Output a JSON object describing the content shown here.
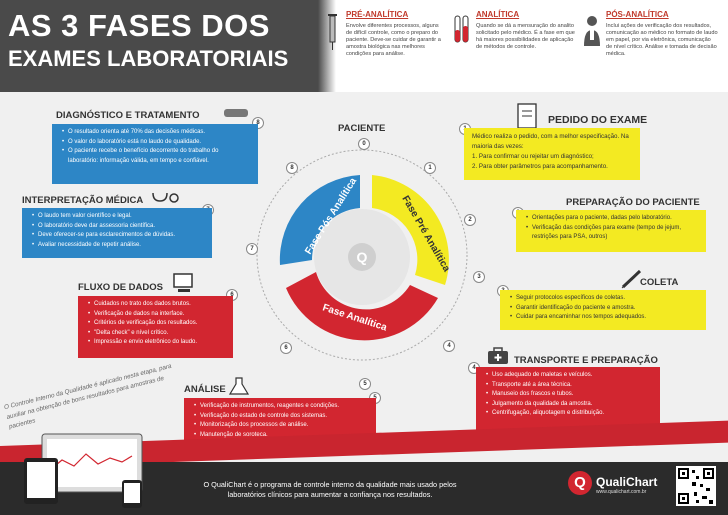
{
  "header": {
    "title_line1": "AS 3 FASES DOS",
    "title_line2": "EXAMES LABORATORIAIS",
    "phases": [
      {
        "title": "PRÉ-ANALÍTICA",
        "text": "Envolve diferentes processos, alguns de difícil controle, como o preparo do paciente. Deve-se cuidar de garantir a amostra biológica nas melhores condições para análise."
      },
      {
        "title": "ANALÍTICA",
        "text": "Quando se dá a mensuração do analito solicitado pelo médico. É a fase em que há maiores possibilidades de aplicação de métodos de controle."
      },
      {
        "title": "PÓS-ANALÍTICA",
        "text": "Inclui ações de verificação dos resultados, comunicação ao médico no formato de laudo em papel, por via eletrônica, comunicação de nível crítico. Análise e tomada de decisão médica."
      }
    ]
  },
  "cycle": {
    "patient_label": "PACIENTE",
    "center_numbers": [
      "0",
      "1",
      "2",
      "3",
      "4",
      "5",
      "6",
      "7",
      "8"
    ],
    "segments": {
      "pos": "Fase Pós Analítica",
      "pre": "Fase Pré Analítica",
      "analitica": "Fase Analítica"
    },
    "colors": {
      "pos": "#2d86c6",
      "pre": "#f3ea22",
      "analitica": "#d22630"
    }
  },
  "sections": {
    "diagnostico": {
      "num": "8",
      "title": "DIAGNÓSTICO E TRATAMENTO",
      "items": [
        "O resultado orienta até 70% das decisões médicas.",
        "O valor do laboratório está no laudo de qualidade.",
        "O paciente recebe o benefício decorrente do trabalho do laboratório: informação válida, em tempo e confiável."
      ]
    },
    "interpretacao": {
      "num": "7",
      "title": "INTERPRETAÇÃO MÉDICA",
      "items": [
        "O laudo tem valor científico e legal.",
        "O laboratório deve dar assessoria científica.",
        "Deve oferecer-se para esclarecimentos de dúvidas.",
        "Avaliar necessidade de repetir análise."
      ]
    },
    "fluxo": {
      "num": "6",
      "title": "FLUXO DE DADOS",
      "items": [
        "Cuidados no trato dos dados brutos.",
        "Verificação de dados na interface.",
        "Critérios de verificação dos resultados.",
        "\"Delta check\" e nível crítico.",
        "Impressão e envio eletrônico do laudo."
      ]
    },
    "analise": {
      "num": "5",
      "title": "ANÁLISE",
      "items": [
        "Verificação de instrumentos, reagentes e condições.",
        "Verificação do estado de controle dos sistemas.",
        "Monitorização dos processos de análise.",
        "Manutenção de soroteca."
      ]
    },
    "pedido": {
      "num": "1",
      "title": "PEDIDO DO EXAME",
      "intro": "Médico realiza o pedido, com a melhor especificação. Na maioria das vezes:",
      "items": [
        "1. Para confirmar ou rejeitar um diagnóstico;",
        "2. Para obter parâmetros para acompanhamento."
      ]
    },
    "preparacao": {
      "num": "2",
      "title": "PREPARAÇÃO DO PACIENTE",
      "items": [
        "Orientações para o paciente, dadas pelo laboratório.",
        "Verificação das condições para exame (tempo de jejum, restrições para PSA, outros)"
      ]
    },
    "coleta": {
      "num": "3",
      "title": "COLETA",
      "items": [
        "Seguir protocolos específicos de coletas.",
        "Garantir identificação do paciente e amostra.",
        "Cuidar para encaminhar nos tempos adequados."
      ]
    },
    "transporte": {
      "num": "4",
      "title": "TRANSPORTE E PREPARAÇÃO",
      "items": [
        "Uso adequado de maletas e veículos.",
        "Transporte até a área técnica.",
        "Manuseio dos frascos e tubos.",
        "Julgamento da qualidade da amostra.",
        "Centrifugação, aliquotagem e distribuição."
      ]
    }
  },
  "note": "O Controle Interno da Qualidade é aplicado nesta etapa, para auxiliar na obtenção de bons resultados para amostras de pacientes",
  "footer": {
    "line1": "O QualiChart é o programa de controle interno da qualidade mais usado pelos",
    "line2": "laboratórios clínicos para aumentar a confiança nos resultados.",
    "logo_name": "QualiChart",
    "logo_url": "www.qualichart.com.br"
  }
}
